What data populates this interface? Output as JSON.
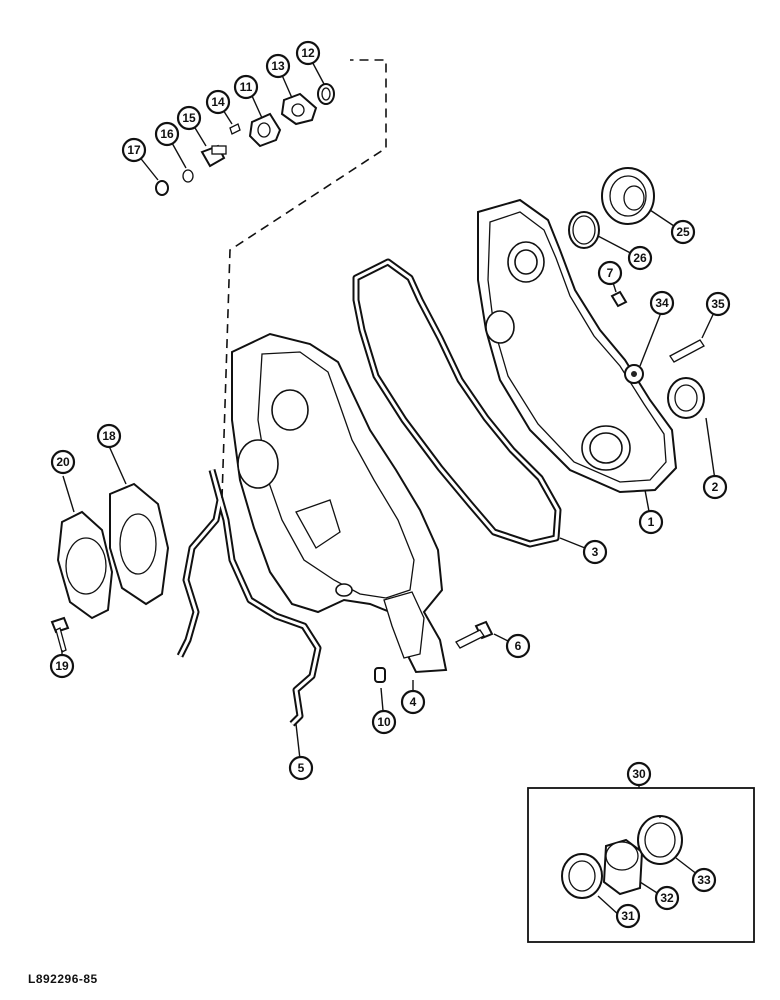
{
  "figure": {
    "reference_code": "L892296-85"
  },
  "callouts": {
    "c1": "1",
    "c2": "2",
    "c3": "3",
    "c4": "4",
    "c5": "5",
    "c6": "6",
    "c7": "7",
    "c10": "10",
    "c11": "11",
    "c12": "12",
    "c13": "13",
    "c14": "14",
    "c15": "15",
    "c16": "16",
    "c17": "17",
    "c18": "18",
    "c19": "19",
    "c20": "20",
    "c25": "25",
    "c26": "26",
    "c30": "30",
    "c31": "31",
    "c32": "32",
    "c33": "33",
    "c34": "34",
    "c35": "35"
  }
}
